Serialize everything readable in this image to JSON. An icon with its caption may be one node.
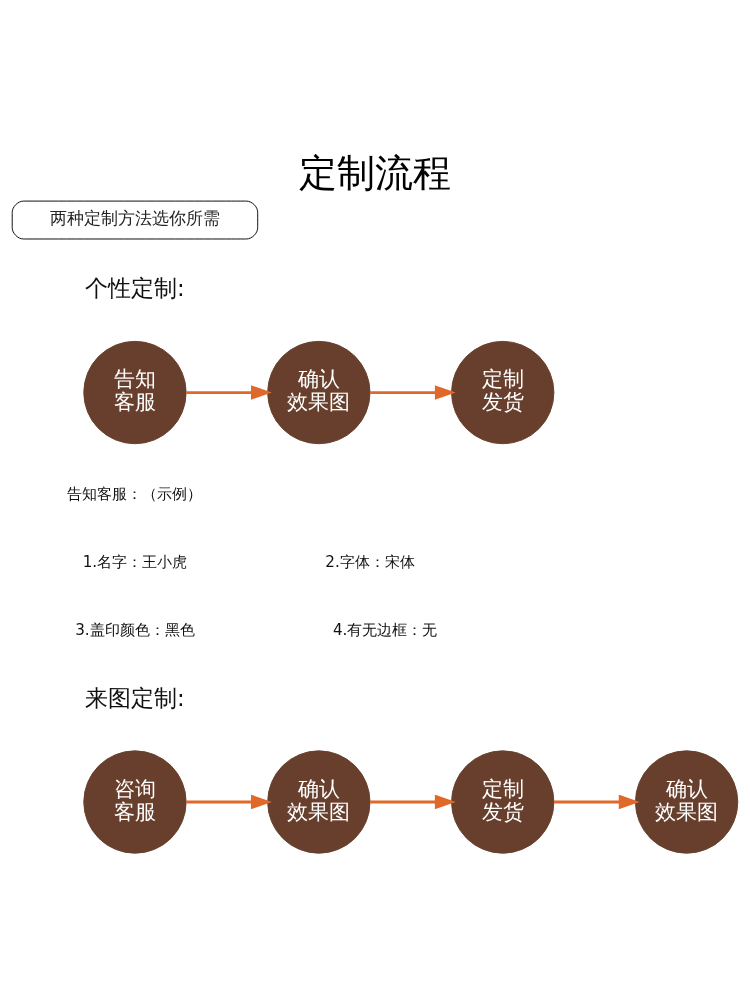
{
  "diagram": {
    "title": "定制流程",
    "nodes": [
      {
        "text": [
          "两种定制方法选你所需"
        ]
      },
      {
        "text": [
          "告知客服"
        ]
      },
      {
        "text": [
          "确认效果图"
        ]
      },
      {
        "text": [
          "定制发货"
        ]
      },
      {
        "text": [
          "咨询客服"
        ]
      },
      {
        "text": [
          "确认效果图"
        ]
      },
      {
        "text": [
          "定制发货"
        ]
      },
      {
        "text": [
          "确认效果图"
        ]
      }
    ],
    "edges": [
      {
        "from": 1,
        "to": 2,
        "arrow": "to"
      },
      {
        "from": 2,
        "to": 3,
        "arrow": "to"
      },
      {
        "from": 4,
        "to": 5,
        "arrow": "to"
      },
      {
        "from": 5,
        "to": 6,
        "arrow": "to"
      },
      {
        "from": 6,
        "to": 7,
        "arrow": "to"
      }
    ],
    "labels": [
      "个性定制:",
      "告知客服：（示例）",
      "1.名字：王小虎",
      "2.字体：宋体",
      "3.盖印颜色：黑色",
      "4.有无边框：无",
      "来图定制:"
    ]
  }
}
